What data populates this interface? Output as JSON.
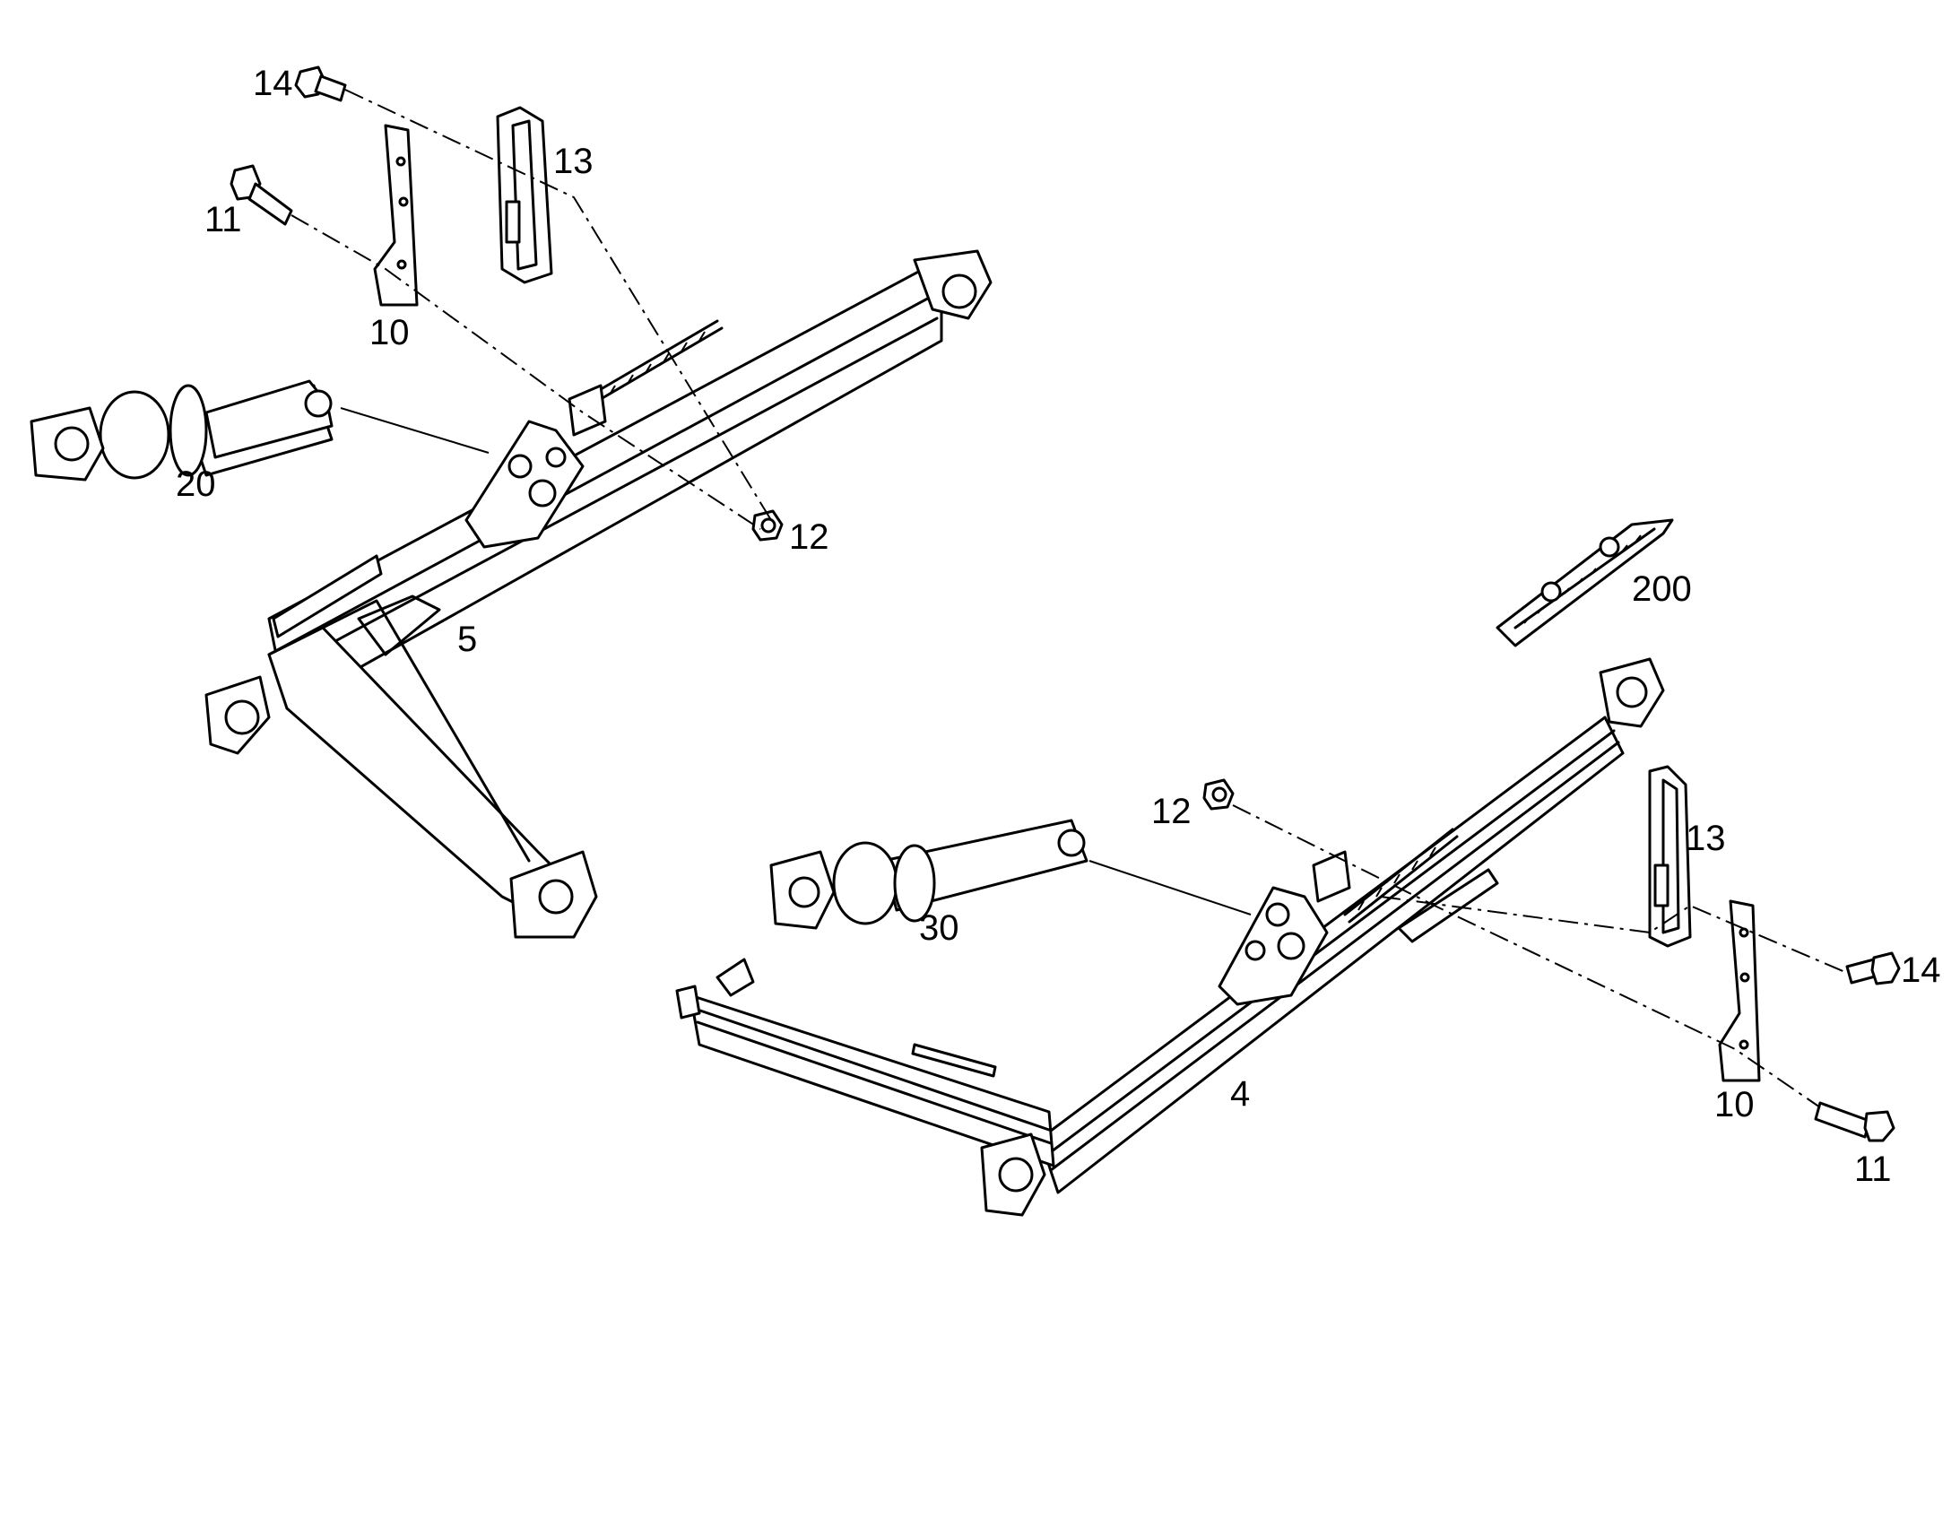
{
  "labels": {
    "p14_top": "14",
    "p13_top": "13",
    "p11_top": "11",
    "p10_top": "10",
    "p20": "20",
    "p12_top": "12",
    "p5": "5",
    "p200": "200",
    "p12_bot": "12",
    "p13_bot": "13",
    "p30": "30",
    "p14_bot": "14",
    "p10_bot": "10",
    "p4": "4",
    "p11_bot": "11"
  }
}
